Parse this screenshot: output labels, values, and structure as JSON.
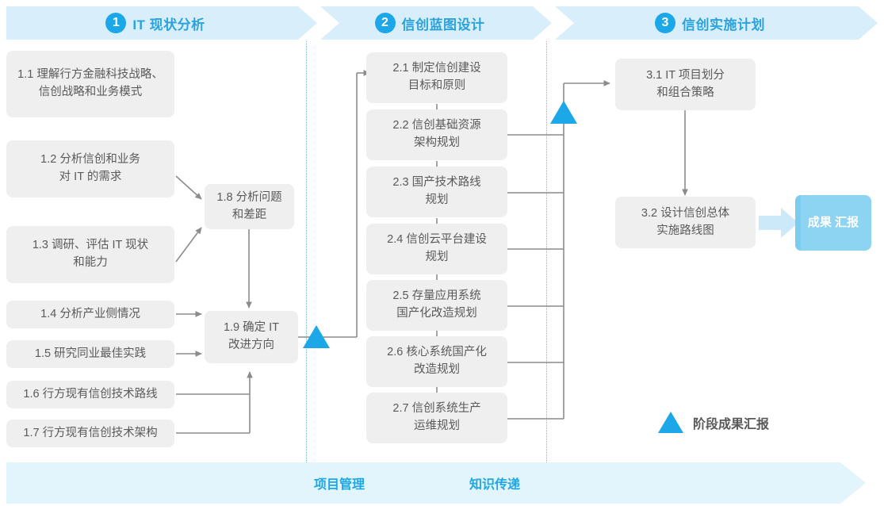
{
  "diagram": {
    "title_phases": [
      {
        "num": "1",
        "label": "IT 现状分析"
      },
      {
        "num": "2",
        "label": "信创蓝图设计"
      },
      {
        "num": "3",
        "label": "信创实施计划"
      }
    ],
    "colors": {
      "accent_blue": "#1ba7e8",
      "banner_bg": "#d9eefb",
      "box_bg": "#efefef",
      "box_text": "#5a5a5a",
      "chip_bg": "#8dd3f2",
      "connector": "#8c8c8c",
      "divider": "#6fc7ea",
      "band_bg": "#e2f4fc"
    }
  },
  "phase1_tasks": [
    {
      "id": "1.1",
      "lines": [
        "1.1 理解行方金融科技战略、",
        "信创战略和业务模式"
      ]
    },
    {
      "id": "1.2",
      "lines": [
        "1.2 分析信创和业务",
        "对 IT 的需求"
      ]
    },
    {
      "id": "1.3",
      "lines": [
        "1.3 调研、评估 IT 现状",
        "和能力"
      ]
    },
    {
      "id": "1.4",
      "lines": [
        "1.4 分析产业侧情况"
      ]
    },
    {
      "id": "1.5",
      "lines": [
        "1.5 研究同业最佳实践"
      ]
    },
    {
      "id": "1.6",
      "lines": [
        "1.6 行方现有信创技术路线"
      ]
    },
    {
      "id": "1.7",
      "lines": [
        "1.7 行方现有信创技术架构"
      ]
    },
    {
      "id": "1.8",
      "lines": [
        "1.8 分析问题",
        "和差距"
      ]
    },
    {
      "id": "1.9",
      "lines": [
        "1.9 确定 IT",
        "改进方向"
      ]
    }
  ],
  "phase2_tasks": [
    {
      "id": "2.1",
      "lines": [
        "2.1 制定信创建设",
        "目标和原则"
      ]
    },
    {
      "id": "2.2",
      "lines": [
        "2.2 信创基础资源",
        "架构规划"
      ]
    },
    {
      "id": "2.3",
      "lines": [
        "2.3 国产技术路线",
        "规划"
      ]
    },
    {
      "id": "2.4",
      "lines": [
        "2.4 信创云平台建设",
        "规划"
      ]
    },
    {
      "id": "2.5",
      "lines": [
        "2.5 存量应用系统",
        "国产化改造规划"
      ]
    },
    {
      "id": "2.6",
      "lines": [
        "2.6 核心系统国产化",
        "改造规划"
      ]
    },
    {
      "id": "2.7",
      "lines": [
        "2.7 信创系统生产",
        "运维规划"
      ]
    }
  ],
  "phase3_tasks": [
    {
      "id": "3.1",
      "lines": [
        "3.1 IT 项目划分",
        "和组合策略"
      ]
    },
    {
      "id": "3.2",
      "lines": [
        "3.2 设计信创总体",
        "实施路线图"
      ]
    }
  ],
  "result": {
    "lines": [
      "成果",
      "汇报"
    ]
  },
  "legend": {
    "label": "阶段成果汇报",
    "icon": "triangle-milestone-icon"
  },
  "bottom_band": {
    "labels": [
      "项目管理",
      "知识传递"
    ]
  }
}
